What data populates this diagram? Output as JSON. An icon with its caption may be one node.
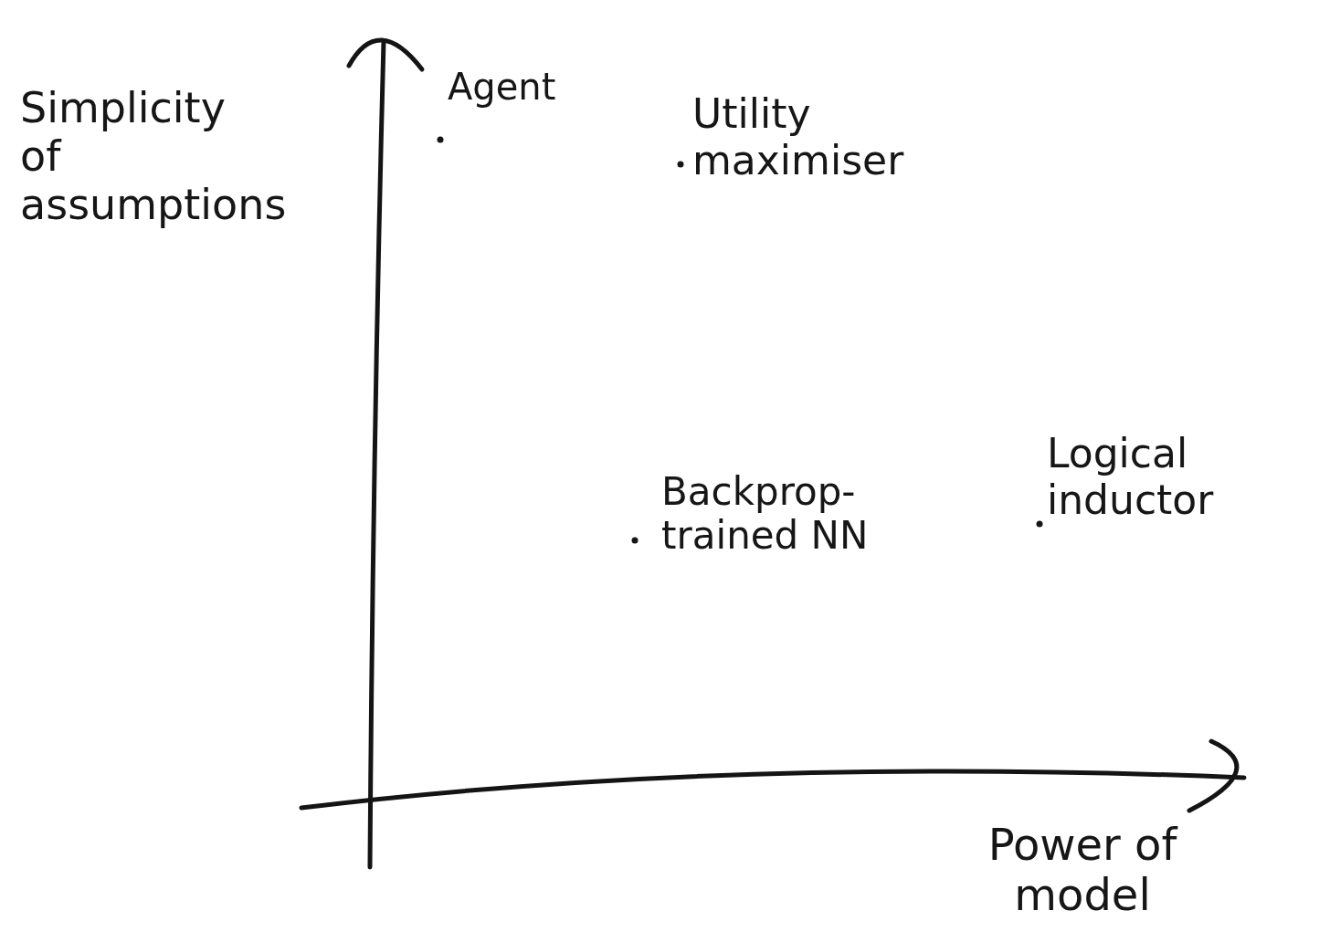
{
  "diagram": {
    "labels": [
      "Simplicity of assumptions",
      "Agent",
      "Utility maximiser",
      "Logical inductor",
      "Backprop-trained NN",
      "Power of model"
    ]
  }
}
